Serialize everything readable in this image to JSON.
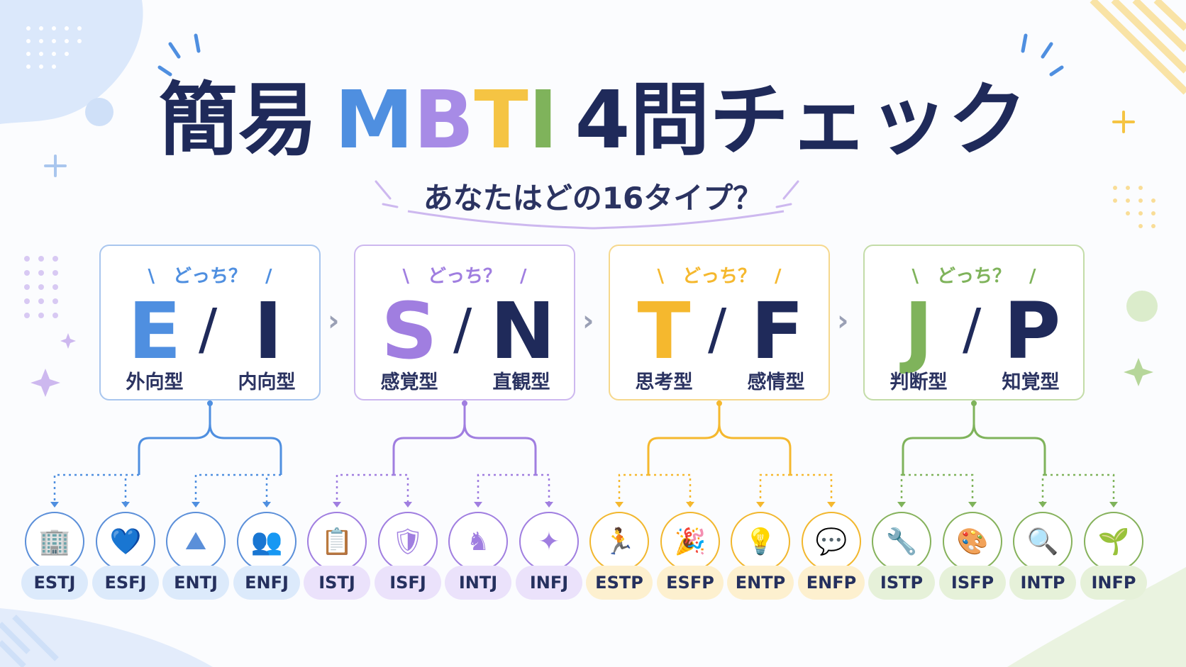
{
  "title_parts": [
    {
      "text": "簡易",
      "color": "#1f2a5a"
    },
    {
      "text": "M",
      "color": "#4f8fe0"
    },
    {
      "text": "B",
      "color": "#a78be6"
    },
    {
      "text": "T",
      "color": "#f5c443"
    },
    {
      "text": "I",
      "color": "#7fb35b"
    },
    {
      "text": "4問チェック",
      "color": "#1f2a5a"
    }
  ],
  "subtitle": "あなたはどの16タイプ？",
  "separator_arrow": "›",
  "dichotomies": [
    {
      "question": "どっち？",
      "left": "E",
      "right": "I",
      "slash": "/",
      "left_type": "外向型",
      "right_type": "内向型",
      "color": "#4f8fe0",
      "border": "#a9c6ee"
    },
    {
      "question": "どっち？",
      "left": "S",
      "right": "N",
      "slash": "/",
      "left_type": "感覚型",
      "right_type": "直観型",
      "color": "#a07ee0",
      "border": "#cdb8ef"
    },
    {
      "question": "どっち？",
      "left": "T",
      "right": "F",
      "slash": "/",
      "left_type": "思考型",
      "right_type": "感情型",
      "color": "#f5b82e",
      "border": "#f6d88d"
    },
    {
      "question": "どっち？",
      "left": "J",
      "right": "P",
      "slash": "/",
      "left_type": "判断型",
      "right_type": "知覚型",
      "color": "#7fb35b",
      "border": "#c3dca8"
    }
  ],
  "types": [
    {
      "code": "ESTJ",
      "icon": "building-icon",
      "glyph": "🏢",
      "group": 1
    },
    {
      "code": "ESFJ",
      "icon": "heart-hands-icon",
      "glyph": "💙",
      "group": 1
    },
    {
      "code": "ENTJ",
      "icon": "mountain-flag-icon",
      "glyph": "⛰",
      "group": 1
    },
    {
      "code": "ENFJ",
      "icon": "people-group-icon",
      "glyph": "👥",
      "group": 1
    },
    {
      "code": "ISTJ",
      "icon": "clipboard-icon",
      "glyph": "📋",
      "group": 2
    },
    {
      "code": "ISFJ",
      "icon": "shield-heart-icon",
      "glyph": "🛡",
      "group": 2
    },
    {
      "code": "INTJ",
      "icon": "chess-knight-icon",
      "glyph": "♞",
      "group": 2
    },
    {
      "code": "INFJ",
      "icon": "star-icon",
      "glyph": "✦",
      "group": 2
    },
    {
      "code": "ESTP",
      "icon": "running-person-icon",
      "glyph": "🏃",
      "group": 3
    },
    {
      "code": "ESFP",
      "icon": "party-popper-icon",
      "glyph": "🎉",
      "group": 3
    },
    {
      "code": "ENTP",
      "icon": "lightbulb-icon",
      "glyph": "💡",
      "group": 3
    },
    {
      "code": "ENFP",
      "icon": "chat-bubbles-icon",
      "glyph": "💬",
      "group": 3
    },
    {
      "code": "ISTP",
      "icon": "wrench-icon",
      "glyph": "🔧",
      "group": 4
    },
    {
      "code": "ISFP",
      "icon": "palette-music-icon",
      "glyph": "🎨",
      "group": 4
    },
    {
      "code": "INTP",
      "icon": "magnifier-icon",
      "glyph": "🔍",
      "group": 4
    },
    {
      "code": "INFP",
      "icon": "sprout-icon",
      "glyph": "🌱",
      "group": 4
    }
  ]
}
